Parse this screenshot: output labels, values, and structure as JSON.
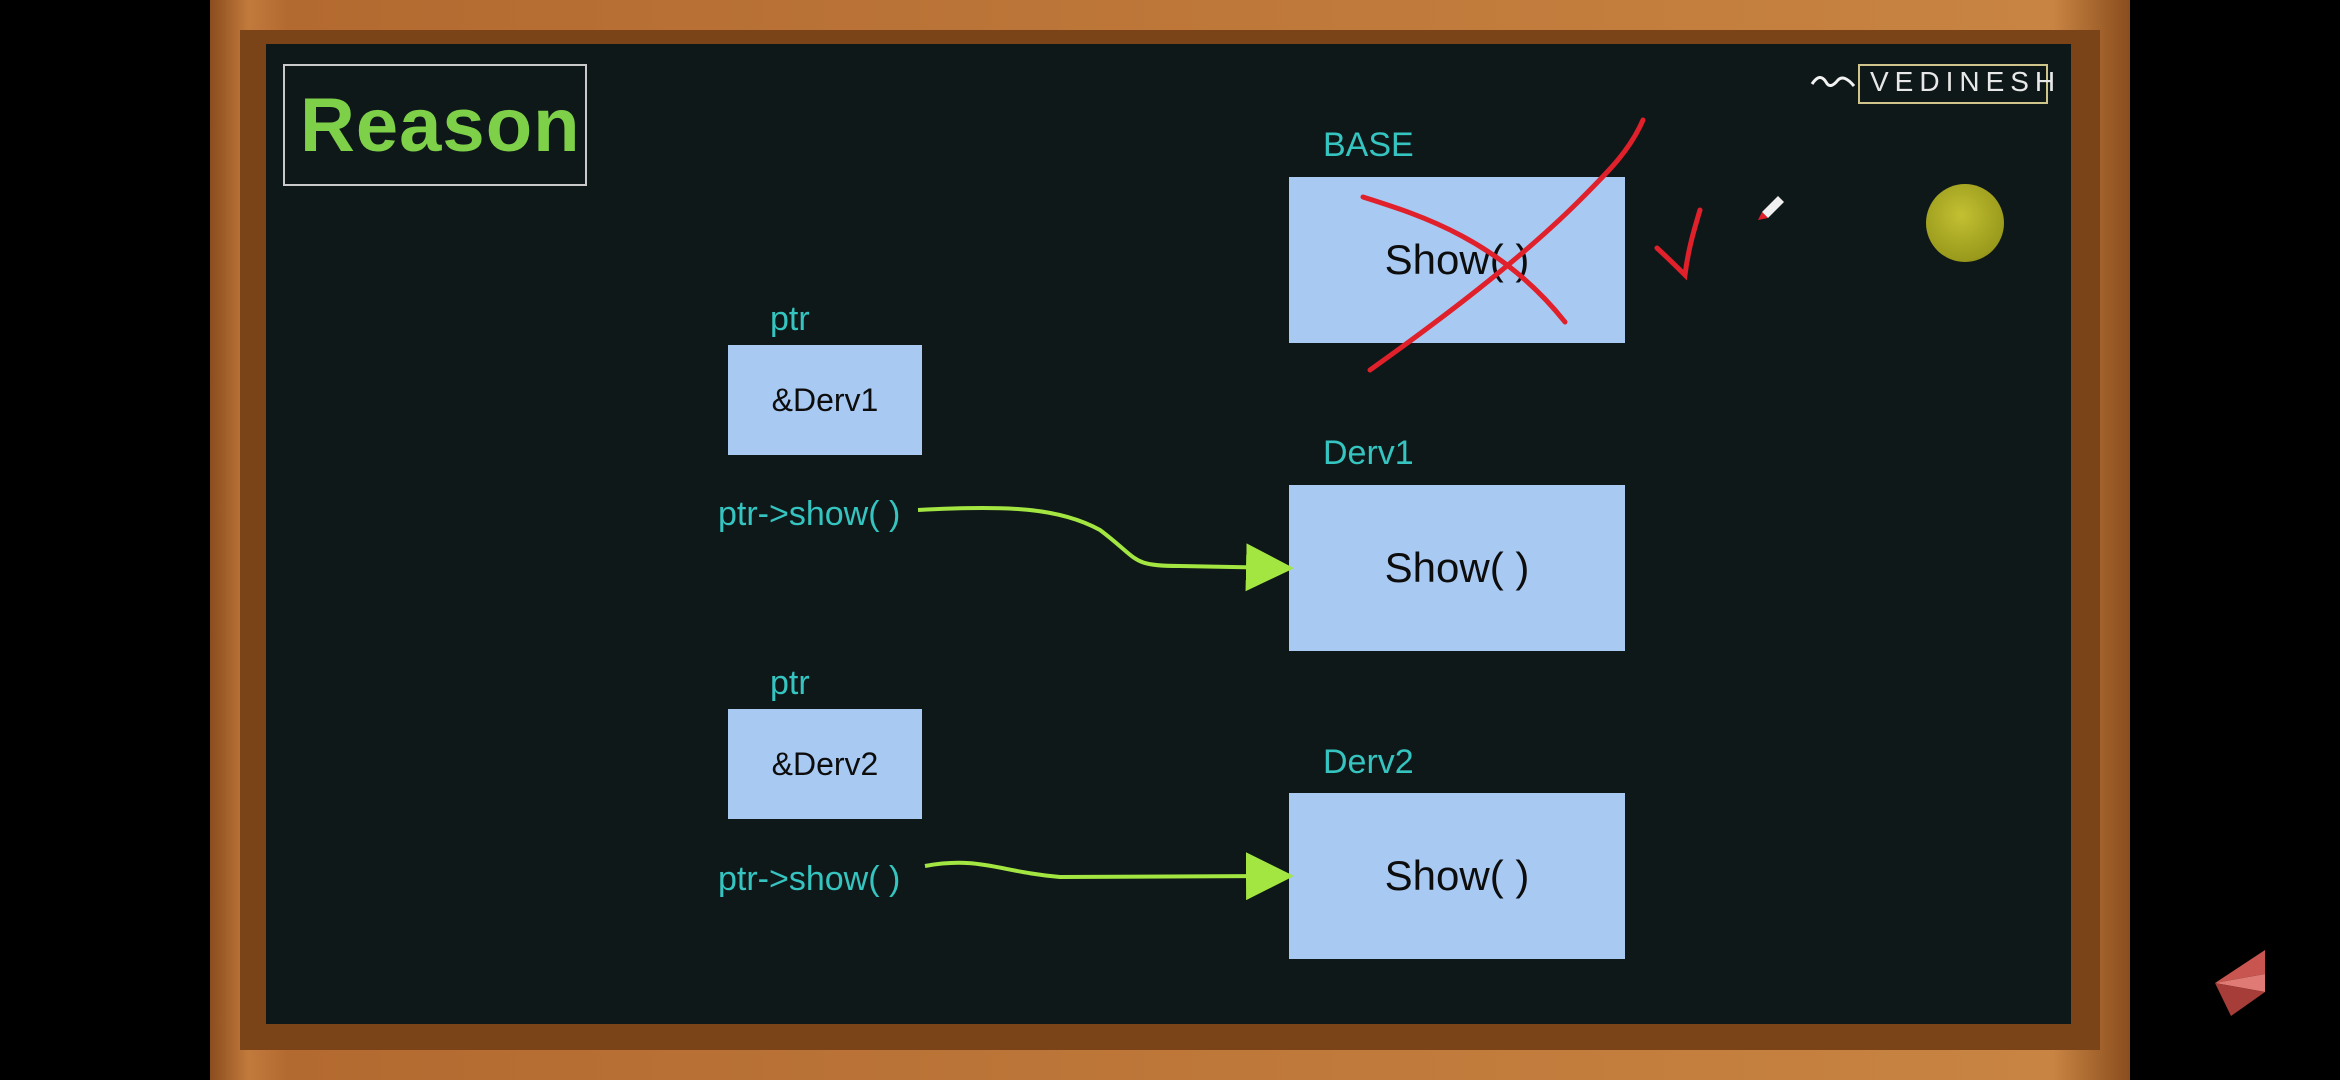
{
  "slide": {
    "title": "Reason",
    "logo_text": "VEDINESH",
    "base": {
      "label": "BASE",
      "method": "Show( )"
    },
    "derv1": {
      "label": "Derv1",
      "method": "Show( )"
    },
    "derv2": {
      "label": "Derv2",
      "method": "Show( )"
    },
    "pointer1": {
      "label": "ptr",
      "value": "&Derv1",
      "call": "ptr->show( )"
    },
    "pointer2": {
      "label": "ptr",
      "value": "&Derv2",
      "call": "ptr->show( )"
    }
  },
  "colors": {
    "board": "#0f1819",
    "box_fill": "#a8c9f2",
    "label": "#35c4bf",
    "title": "#7ed048",
    "arrow": "#a3e642",
    "annotation": "#e0202a"
  },
  "icons": [
    "red-cross-annotation",
    "red-check-annotation",
    "pen-cursor-icon",
    "play-icon"
  ]
}
